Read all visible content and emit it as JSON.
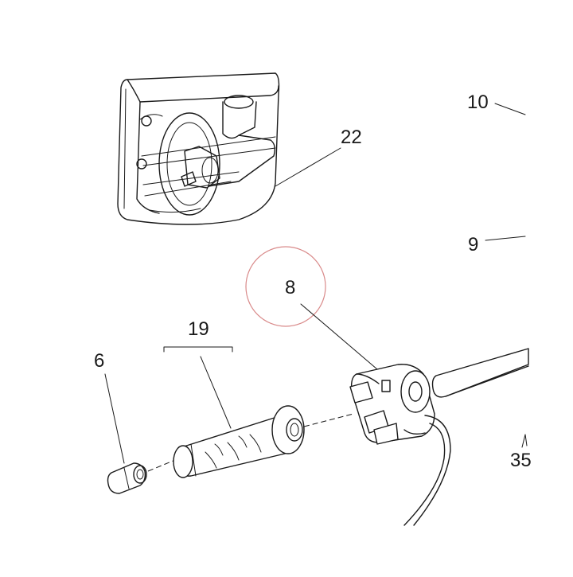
{
  "labels": {
    "p10": "10",
    "p22": "22",
    "p9": "9",
    "p8": "8",
    "p19": "19",
    "p6": "6",
    "p35": "35"
  },
  "colors": {
    "ink": "#1a1a1a",
    "highlight_circle": "#d98a8a",
    "background": "#ffffff"
  },
  "highlighted_part": "8"
}
